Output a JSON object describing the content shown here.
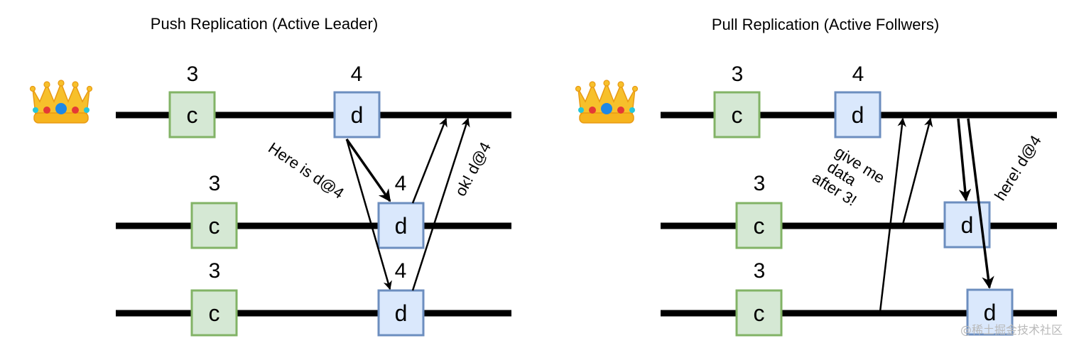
{
  "colors": {
    "green_fill": "#d5e8d4",
    "green_stroke": "#82b366",
    "blue_fill": "#dae8fc",
    "blue_stroke": "#6c8ebf",
    "line": "#000000"
  },
  "leader_icon": "crown-icon",
  "push": {
    "title": "Push Replication (Active Leader)",
    "msg_send": "Here is d@4",
    "msg_ack": "ok! d@4",
    "nodes": [
      {
        "role": "leader",
        "entries": [
          {
            "label": "c",
            "index": "3",
            "color": "green"
          },
          {
            "label": "d",
            "index": "4",
            "color": "blue"
          }
        ]
      },
      {
        "role": "follower",
        "entries": [
          {
            "label": "c",
            "index": "3",
            "color": "green"
          },
          {
            "label": "d",
            "index": "4",
            "color": "blue"
          }
        ]
      },
      {
        "role": "follower",
        "entries": [
          {
            "label": "c",
            "index": "3",
            "color": "green"
          },
          {
            "label": "d",
            "index": "4",
            "color": "blue"
          }
        ]
      }
    ]
  },
  "pull": {
    "title": "Pull Replication (Active Follwers)",
    "msg_request": [
      "give me",
      "data",
      "after 3!"
    ],
    "msg_reply": "here! d@4",
    "nodes": [
      {
        "role": "leader",
        "entries": [
          {
            "label": "c",
            "index": "3",
            "color": "green"
          },
          {
            "label": "d",
            "index": "4",
            "color": "blue"
          }
        ]
      },
      {
        "role": "follower",
        "entries": [
          {
            "label": "c",
            "index": "3",
            "color": "green"
          },
          {
            "label": "d",
            "index": "",
            "color": "blue"
          }
        ]
      },
      {
        "role": "follower",
        "entries": [
          {
            "label": "c",
            "index": "3",
            "color": "green"
          },
          {
            "label": "d",
            "index": "",
            "color": "blue"
          }
        ]
      }
    ]
  },
  "watermark": "@稀土掘金技术社区"
}
